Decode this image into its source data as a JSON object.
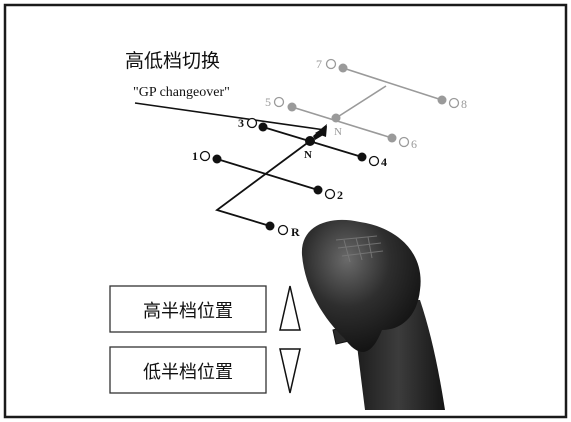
{
  "header": {
    "title_cn": "高低档切换",
    "title_en": "\"GP changeover\""
  },
  "high_gear_group": {
    "neutral_label": "N",
    "gears": [
      {
        "number": "7",
        "label": "7"
      },
      {
        "number": "8",
        "label": "8"
      },
      {
        "number": "5",
        "label": "5"
      },
      {
        "number": "6",
        "label": "6"
      }
    ]
  },
  "low_gear_group": {
    "neutral_label": "N",
    "gears": [
      {
        "number": "3",
        "label": "3"
      },
      {
        "number": "4",
        "label": "4"
      },
      {
        "number": "1",
        "label": "1"
      },
      {
        "number": "2",
        "label": "2"
      },
      {
        "number": "R",
        "label": "R"
      }
    ]
  },
  "range_positions": {
    "high": "高半档位置",
    "low": "低半档位置"
  },
  "colors": {
    "frame": "#1a1a1a",
    "active": "#111111",
    "inactive": "#9a9a9a",
    "knob": "#262626"
  }
}
